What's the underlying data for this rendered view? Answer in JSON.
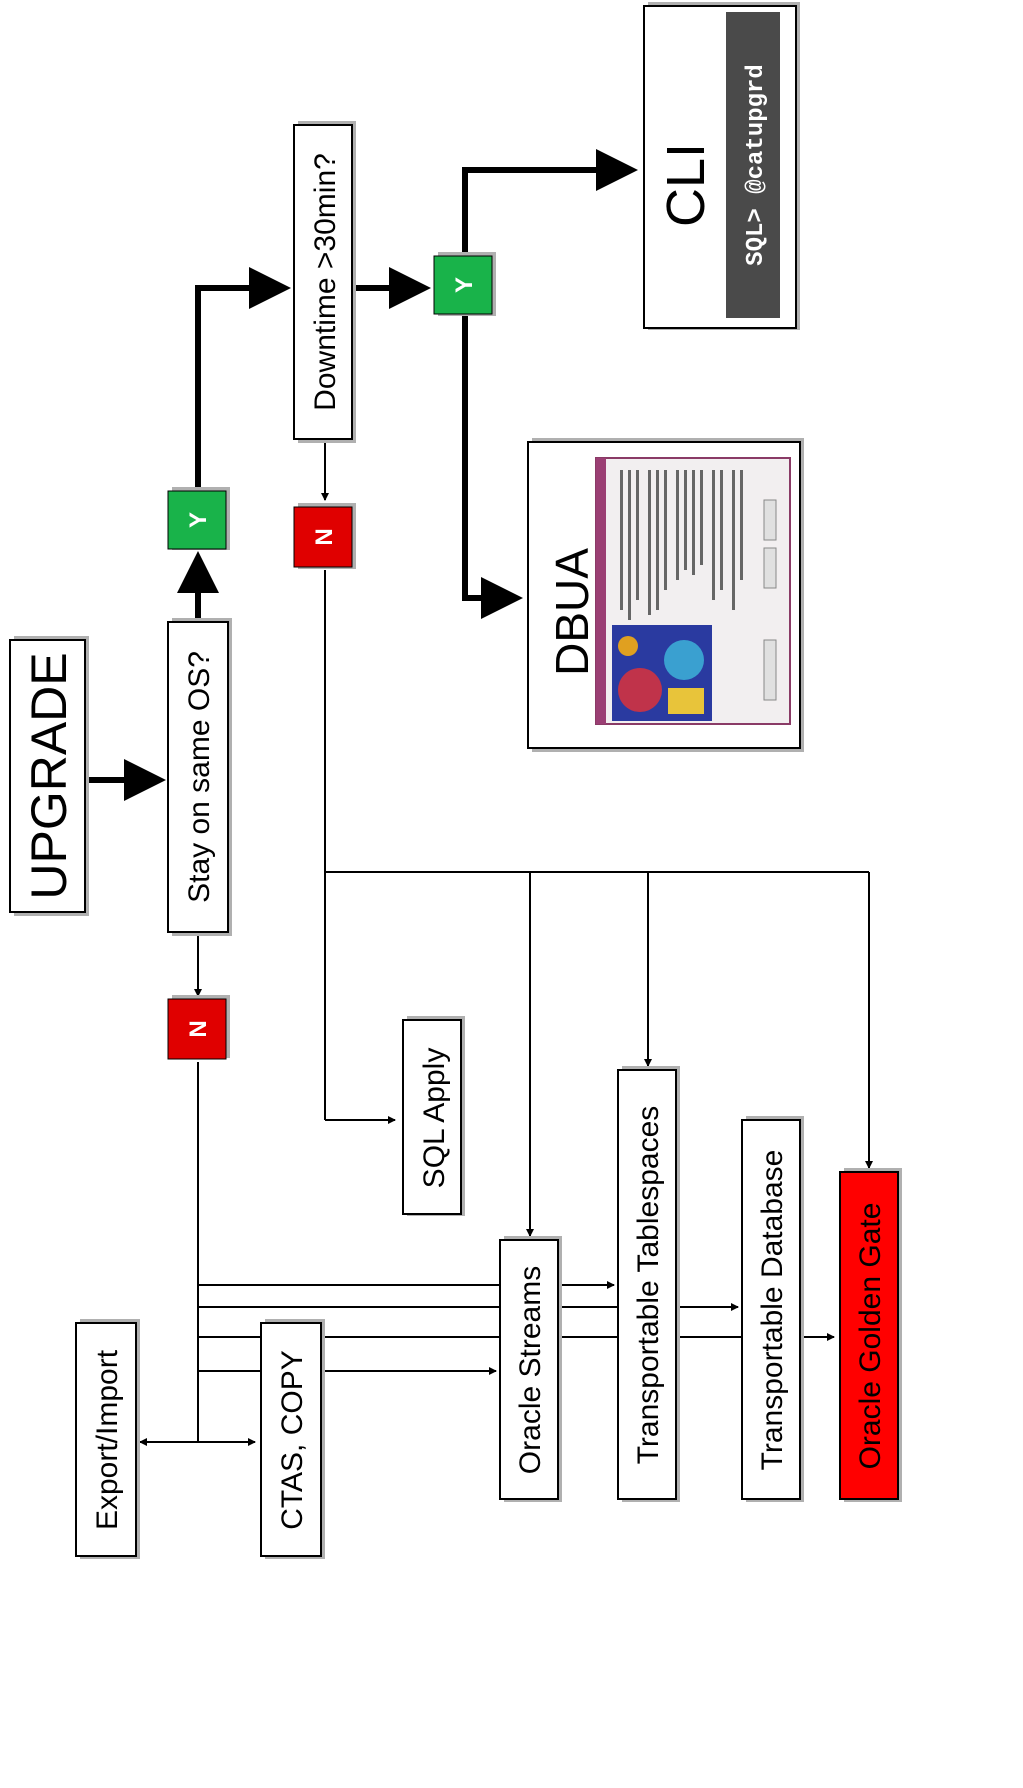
{
  "diagram": {
    "upgrade": "UPGRADE",
    "stay_same_os": "Stay on same OS?",
    "downtime": "Downtime >30min?",
    "yes": "Y",
    "no": "N",
    "cli": "CLI",
    "cli_command": "SQL> @catupgrd",
    "dbua": "DBUA",
    "sql_apply": "SQL Apply",
    "export_import": "Export/Import",
    "ctas_copy": "CTAS, COPY",
    "oracle_streams": "Oracle Streams",
    "transportable_tablespaces": "Transportable Tablespaces",
    "transportable_database": "Transportable Database",
    "oracle_golden_gate": "Oracle Golden Gate"
  },
  "colors": {
    "yes": "#19b34a",
    "no": "#e00000",
    "golden_gate": "#ff0000",
    "cli_cmd_bg": "#4a4a4a"
  }
}
